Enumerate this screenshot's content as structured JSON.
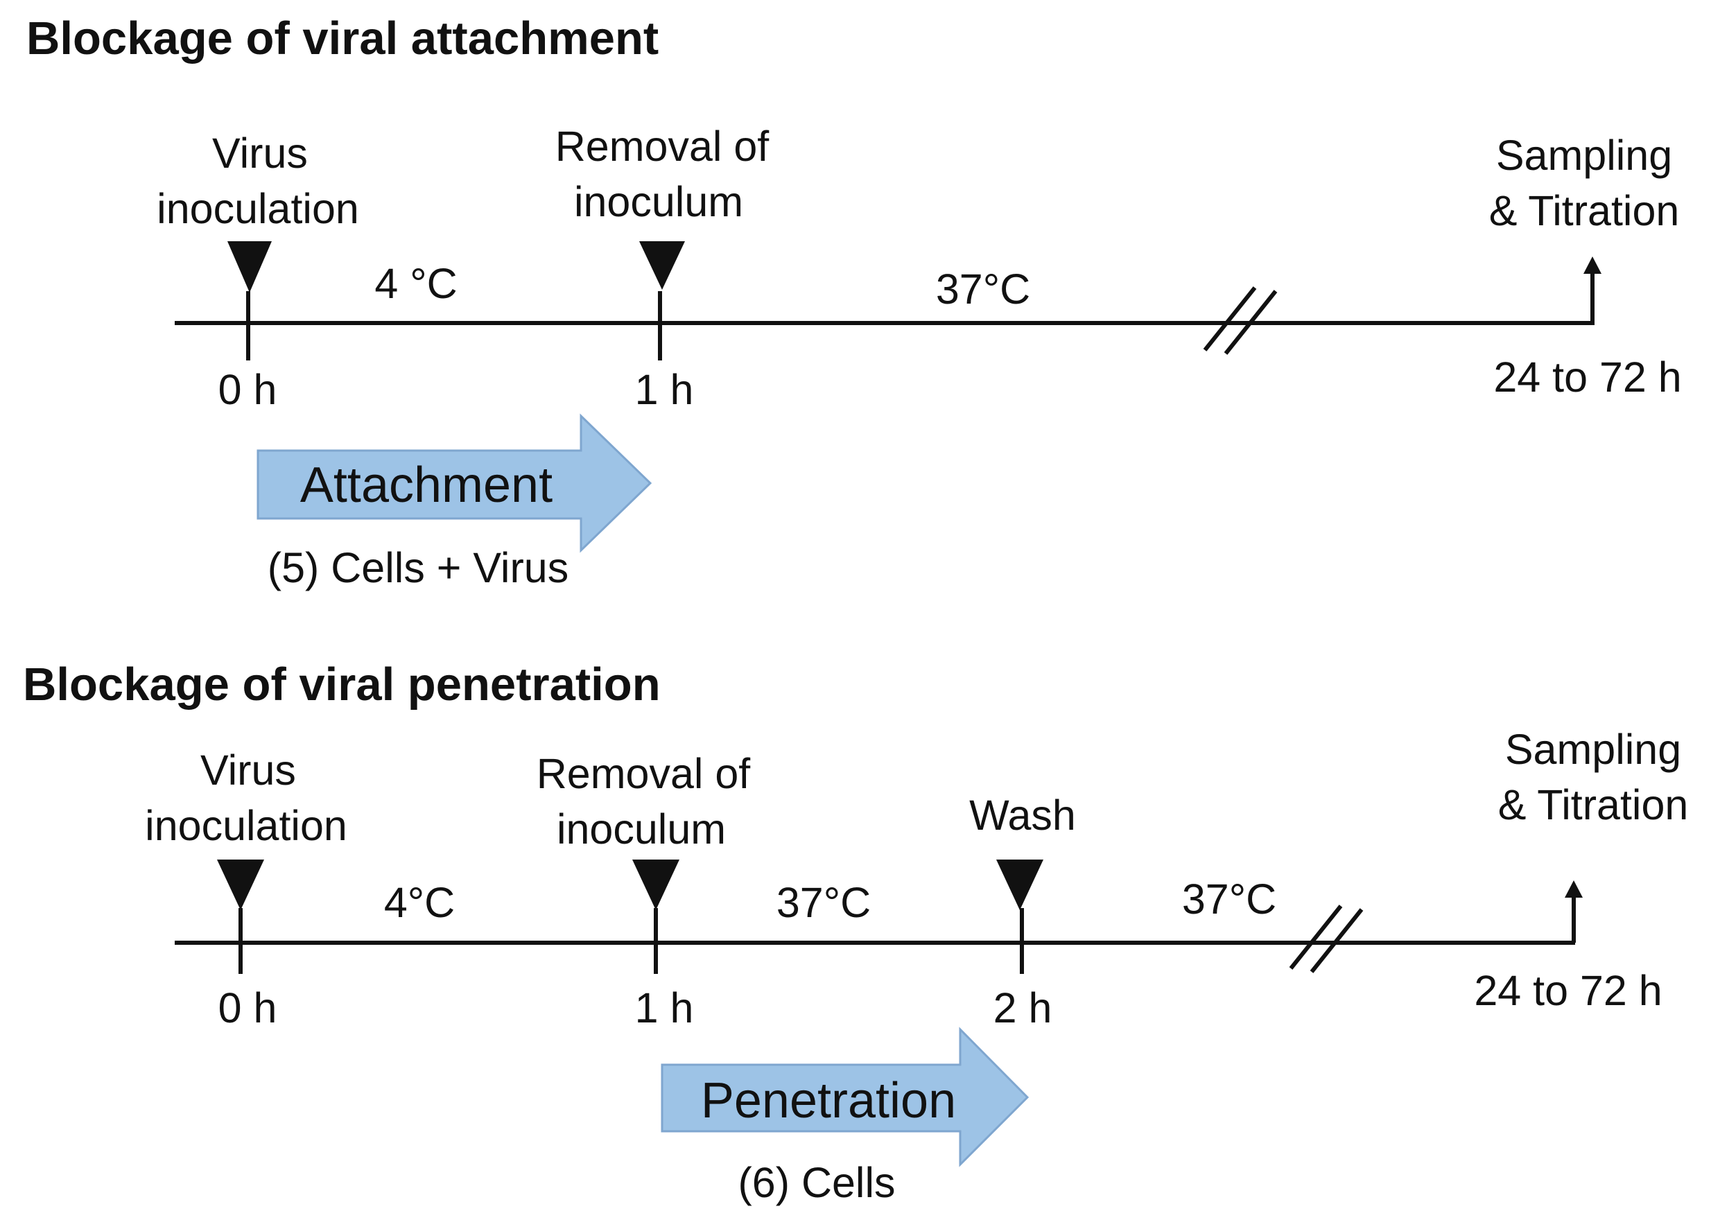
{
  "panels": [
    {
      "title": "Blockage of viral attachment",
      "events": [
        {
          "line1": "Virus",
          "line2": "inoculation"
        },
        {
          "line1": "Removal of",
          "line2": "inoculum"
        },
        {
          "line1": "Sampling",
          "line2": "& Titration"
        }
      ],
      "temps": [
        "4 °C",
        "37°C"
      ],
      "times": [
        "0 h",
        "1 h",
        "24 to 72 h"
      ],
      "arrow": {
        "label": "Attachment",
        "caption": "(5) Cells + Virus"
      }
    },
    {
      "title": "Blockage of viral penetration",
      "events": [
        {
          "line1": "Virus",
          "line2": "inoculation"
        },
        {
          "line1": "Removal of",
          "line2": "inoculum"
        },
        {
          "line1": "Wash",
          "line2": ""
        },
        {
          "line1": "Sampling",
          "line2": "& Titration"
        }
      ],
      "temps": [
        "4°C",
        "37°C",
        "37°C"
      ],
      "times": [
        "0 h",
        "1 h",
        "2 h",
        "24 to 72 h"
      ],
      "arrow": {
        "label": "Penetration",
        "caption": "(6) Cells"
      }
    }
  ],
  "colors": {
    "line": "#111111",
    "arrow_fill": "#9dc3e6",
    "arrow_stroke": "#7fa6cf"
  }
}
